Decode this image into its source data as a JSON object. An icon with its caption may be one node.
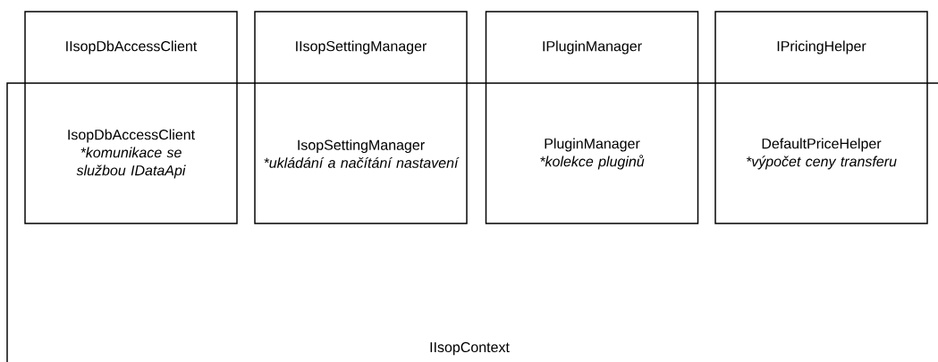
{
  "diagram": {
    "nodes": [
      {
        "text": [
          "IIsopDbAccessClient",
          "IsopDbAccessClient",
          "*komunikace se službou IDataApi"
        ]
      },
      {
        "text": [
          "IIsopSettingManager",
          "IsopSettingManager",
          "*ukládání a načítání nastavení"
        ]
      },
      {
        "text": [
          "IPluginManager",
          "PluginManager",
          "*kolekce pluginů"
        ]
      },
      {
        "text": [
          "IPricingHelper",
          "DefaultPriceHelper",
          "*výpočet ceny transferu"
        ]
      },
      {
        "text": [
          "IIsopContext"
        ]
      }
    ]
  }
}
